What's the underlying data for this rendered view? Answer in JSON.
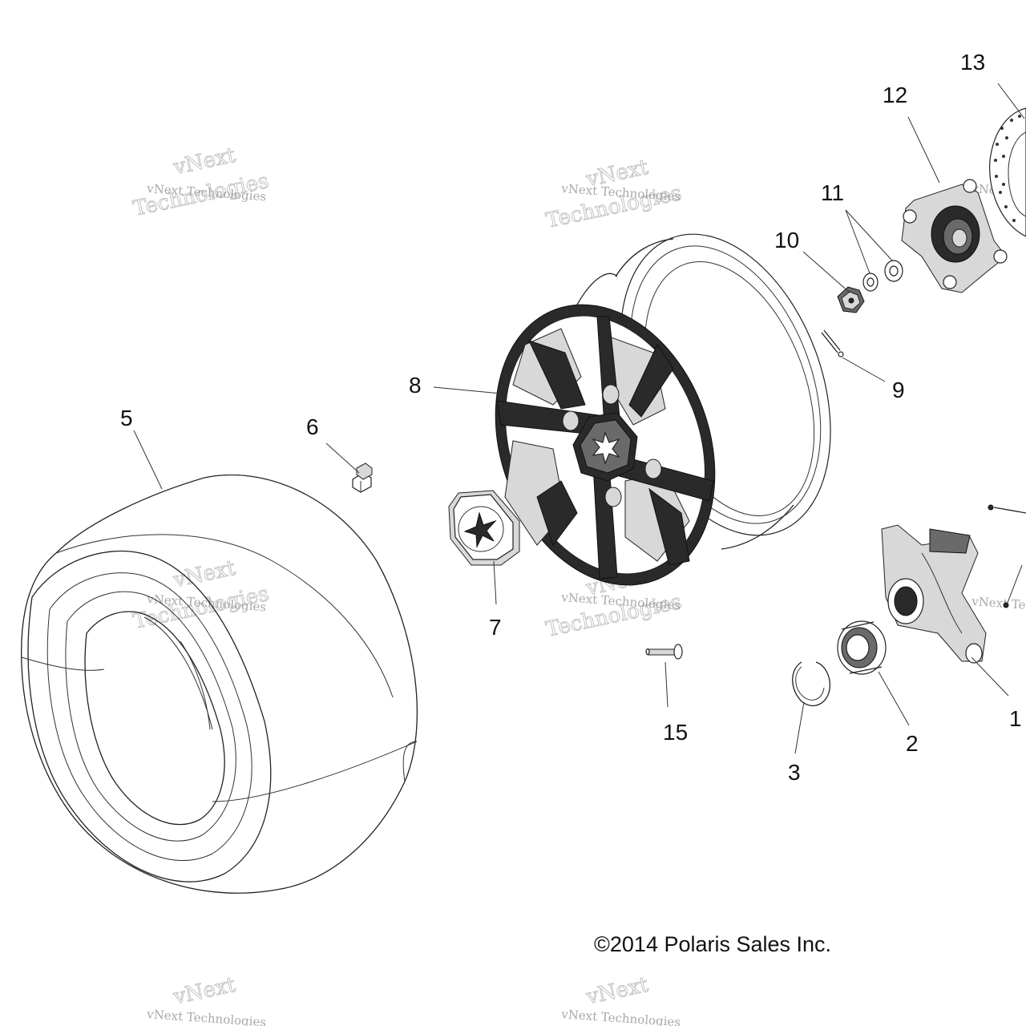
{
  "copyright": "©2014 Polaris Sales Inc.",
  "watermark": {
    "line1": "vNext Technologies",
    "line2": "Technologies",
    "line3": "vNext"
  },
  "callouts": [
    "1",
    "2",
    "3",
    "5",
    "6",
    "7",
    "8",
    "9",
    "10",
    "11",
    "12",
    "13",
    "15"
  ]
}
